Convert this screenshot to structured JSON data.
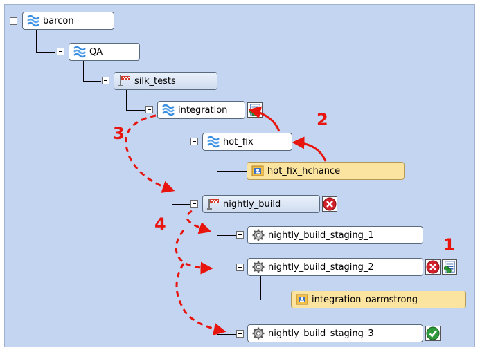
{
  "tree": {
    "barcon": "barcon",
    "qa": "QA",
    "silk_tests": "silk_tests",
    "integration": "integration",
    "hot_fix": "hot_fix",
    "hot_fix_hchance": "hot_fix_hchance",
    "nightly_build": "nightly_build",
    "staging_1": "nightly_build_staging_1",
    "staging_2": "nightly_build_staging_2",
    "integration_oarmstrong": "integration_oarmstrong",
    "staging_3": "nightly_build_staging_3"
  },
  "callouts": {
    "one": "1",
    "two": "2",
    "three": "3",
    "four": "4"
  },
  "icons": {
    "project": "wave-stack-icon",
    "suite": "flag-icon",
    "config": "gear-icon",
    "user": "user-card-icon",
    "status_fail": "red-x-icon",
    "status_pass": "green-check-icon",
    "results": "results-grid-icon"
  },
  "colors": {
    "arrow": "#e8150f",
    "canvas": "#c3d5f0",
    "user_node": "#fbe3a0"
  }
}
